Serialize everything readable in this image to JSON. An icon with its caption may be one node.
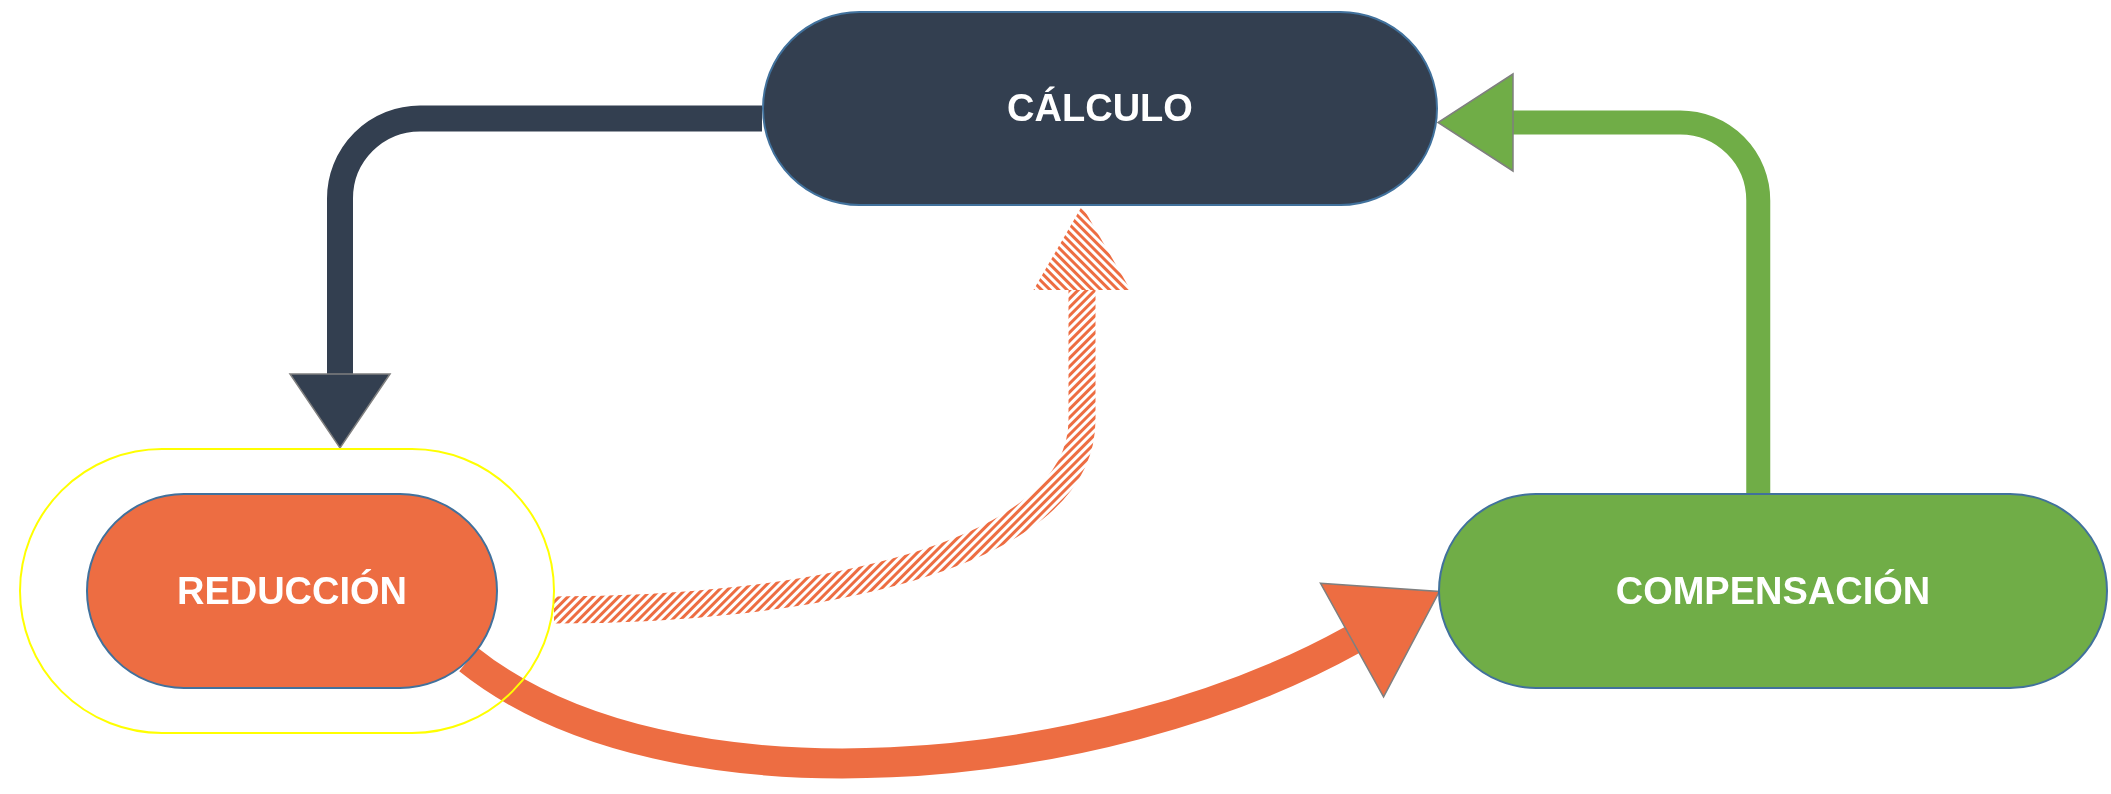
{
  "diagram": {
    "nodes": [
      {
        "text": [
          "CÁLCULO"
        ]
      },
      {
        "text": [],
        "shape": "box"
      },
      {
        "text": [
          "REDUCCIÓN"
        ],
        "in": 1
      },
      {
        "text": [
          "COMPENSACIÓN"
        ]
      }
    ],
    "edges": [
      {
        "from": 0,
        "to": 1,
        "arrow": "to",
        "color": "#333f50"
      },
      {
        "from": 3,
        "to": 0,
        "arrow": "to",
        "color": "#70ad47"
      },
      {
        "from": 2,
        "to": 3,
        "arrow": "to",
        "color": "#ed6d42"
      },
      {
        "from": 1,
        "to": 0,
        "arrow": "to",
        "color": "#ed6d42"
      }
    ]
  }
}
